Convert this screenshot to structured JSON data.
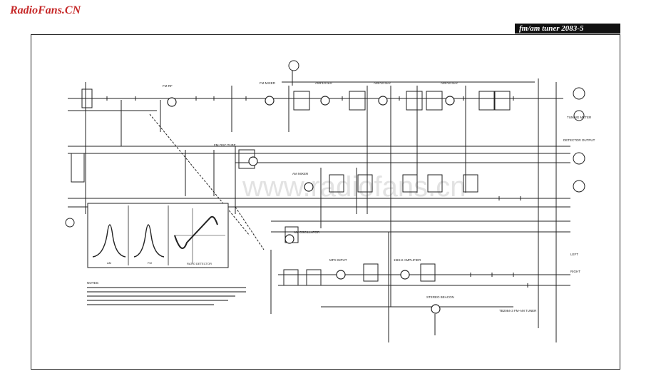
{
  "watermark": "RadioFans.CN",
  "title": "fm/am tuner 2083-5",
  "faint_watermark": "www.radiofans.cn",
  "stages": {
    "fm_rf": "FM RF",
    "fm_mixer": "FM MIXER",
    "if_amp1": "AMPLIFIER",
    "if_amp2": "AMPLIFIER",
    "if_amp3": "AMPLIFIER",
    "fm_osc": "FM OSC TUBE",
    "am_mixer": "AM MIXER",
    "am_osc": "AM OSCILLATOR",
    "mpx_input": "MPX INPUT",
    "mpx_amp": "19KHz AMPLIFIER",
    "stereo_beacon": "STEREO BEACON",
    "board": "TB2084-3 FM-AM TUNER"
  },
  "outputs": {
    "tuning_meter": "TUNING METER",
    "detector_output": "DETECTOR OUTPUT",
    "left": "LEFT",
    "right": "RIGHT"
  },
  "waveforms": {
    "am": "AM",
    "fm": "FM",
    "ratio": "RATIO DETECTOR"
  },
  "notes": {
    "heading": "NOTES:"
  }
}
